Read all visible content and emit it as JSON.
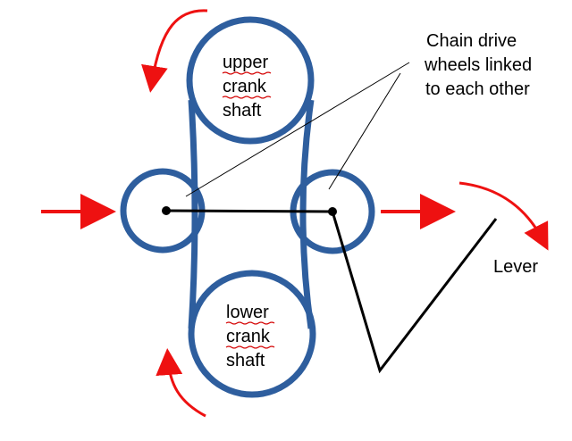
{
  "colors": {
    "wheel": "#2e5e9e",
    "arrow": "#ee1111",
    "line": "#000000",
    "background": "#ffffff"
  },
  "labels": {
    "upper_shaft": [
      "upper",
      "crank",
      "shaft"
    ],
    "lower_shaft": [
      "lower",
      "crank",
      "shaft"
    ],
    "chain_drive": [
      "Chain drive",
      "wheels linked",
      "to each other"
    ],
    "lever": "Lever"
  },
  "icons": {
    "motion": "red-arrow-icon",
    "rotation": "curved-red-arrow-icon"
  }
}
